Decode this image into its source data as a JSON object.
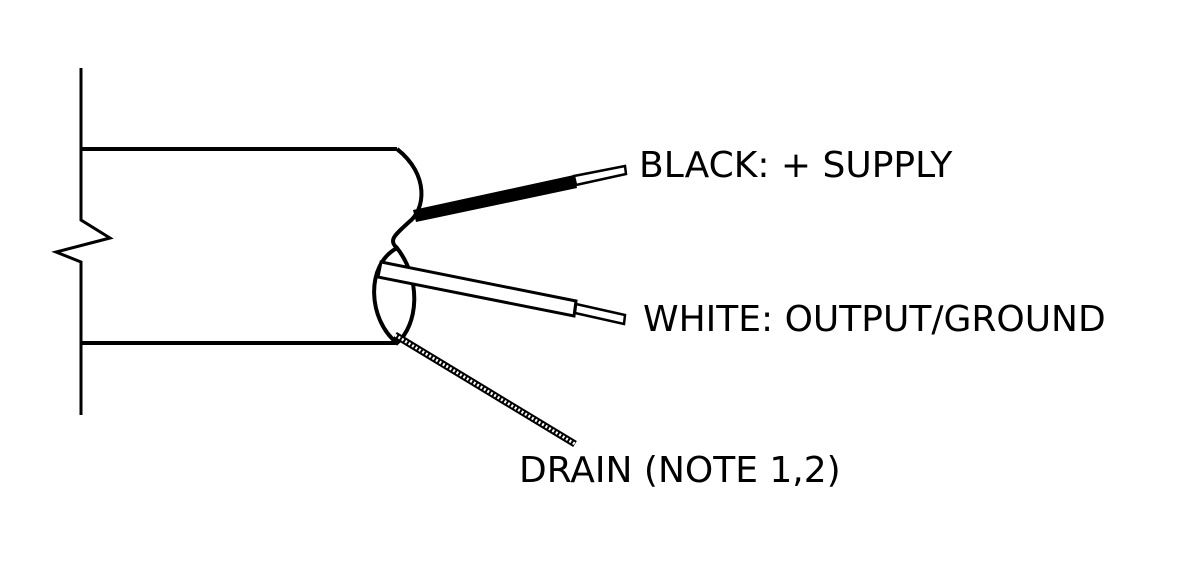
{
  "labels": {
    "black": "BLACK: + SUPPLY",
    "white": "WHITE: OUTPUT/GROUND",
    "drain": "DRAIN (NOTE 1,2)"
  },
  "colors": {
    "line": "#000000",
    "background": "#ffffff",
    "black_wire": "#000000",
    "white_wire": "#ffffff"
  }
}
